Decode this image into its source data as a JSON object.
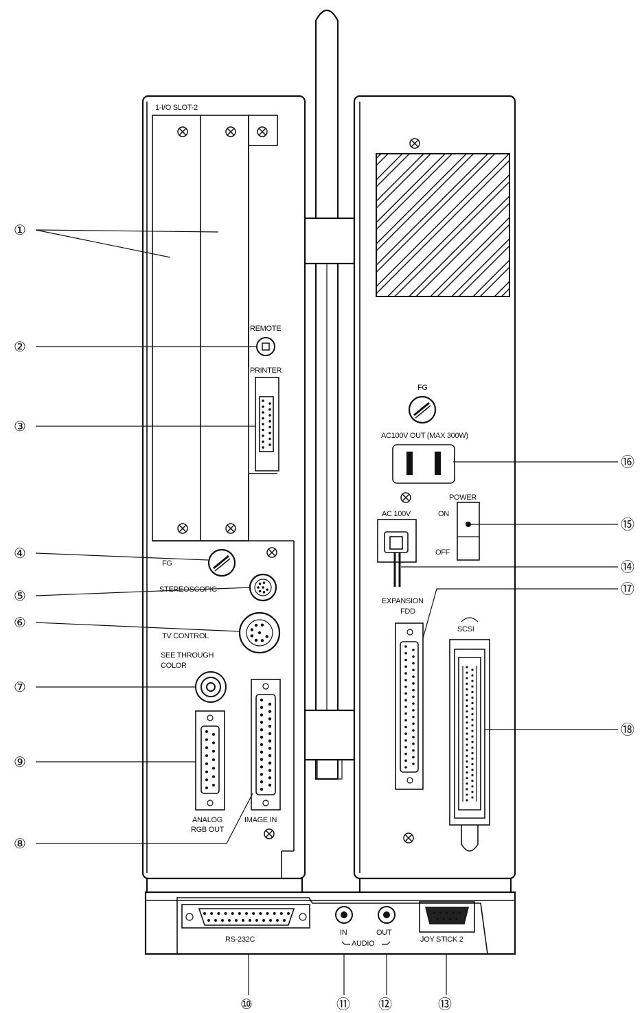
{
  "labels": {
    "io_slot": "1-I/O SLOT-2",
    "remote": "REMOTE",
    "printer": "PRINTER",
    "fg_left": "FG",
    "stereoscopic": "STEREOSCOPIC",
    "tv_control": "TV CONTROL",
    "see_through_1": "SEE THROUGH",
    "see_through_2": "COLOR",
    "analog_1": "ANALOG",
    "analog_2": "RGB OUT",
    "image_in": "IMAGE IN",
    "fg_right": "FG",
    "ac_out": "AC100V OUT (MAX 300W)",
    "power": "POWER",
    "on": "ON",
    "off": "OFF",
    "ac_in": "AC 100V",
    "expansion_1": "EXPANSION",
    "expansion_2": "FDD",
    "scsi": "SCSI",
    "rs232c": "RS-232C",
    "audio_in": "IN",
    "audio_out": "OUT",
    "audio": "AUDIO",
    "joystick": "JOY STICK 2"
  },
  "callouts": {
    "n1": "①",
    "n2": "②",
    "n3": "③",
    "n4": "④",
    "n5": "⑤",
    "n6": "⑥",
    "n7": "⑦",
    "n8": "⑧",
    "n9": "⑨",
    "n10": "⑩",
    "n11": "⑪",
    "n12": "⑫",
    "n13": "⑬",
    "n14": "⑭",
    "n15": "⑮",
    "n16": "⑯",
    "n17": "⑰",
    "n18": "⑱"
  },
  "icons": [
    "screw-icon",
    "knob-icon",
    "din-connector-icon",
    "rca-jack-icon",
    "d-sub-connector-icon",
    "power-switch-icon"
  ],
  "colors": {
    "ink": "#111111",
    "paper": "#ffffff"
  }
}
